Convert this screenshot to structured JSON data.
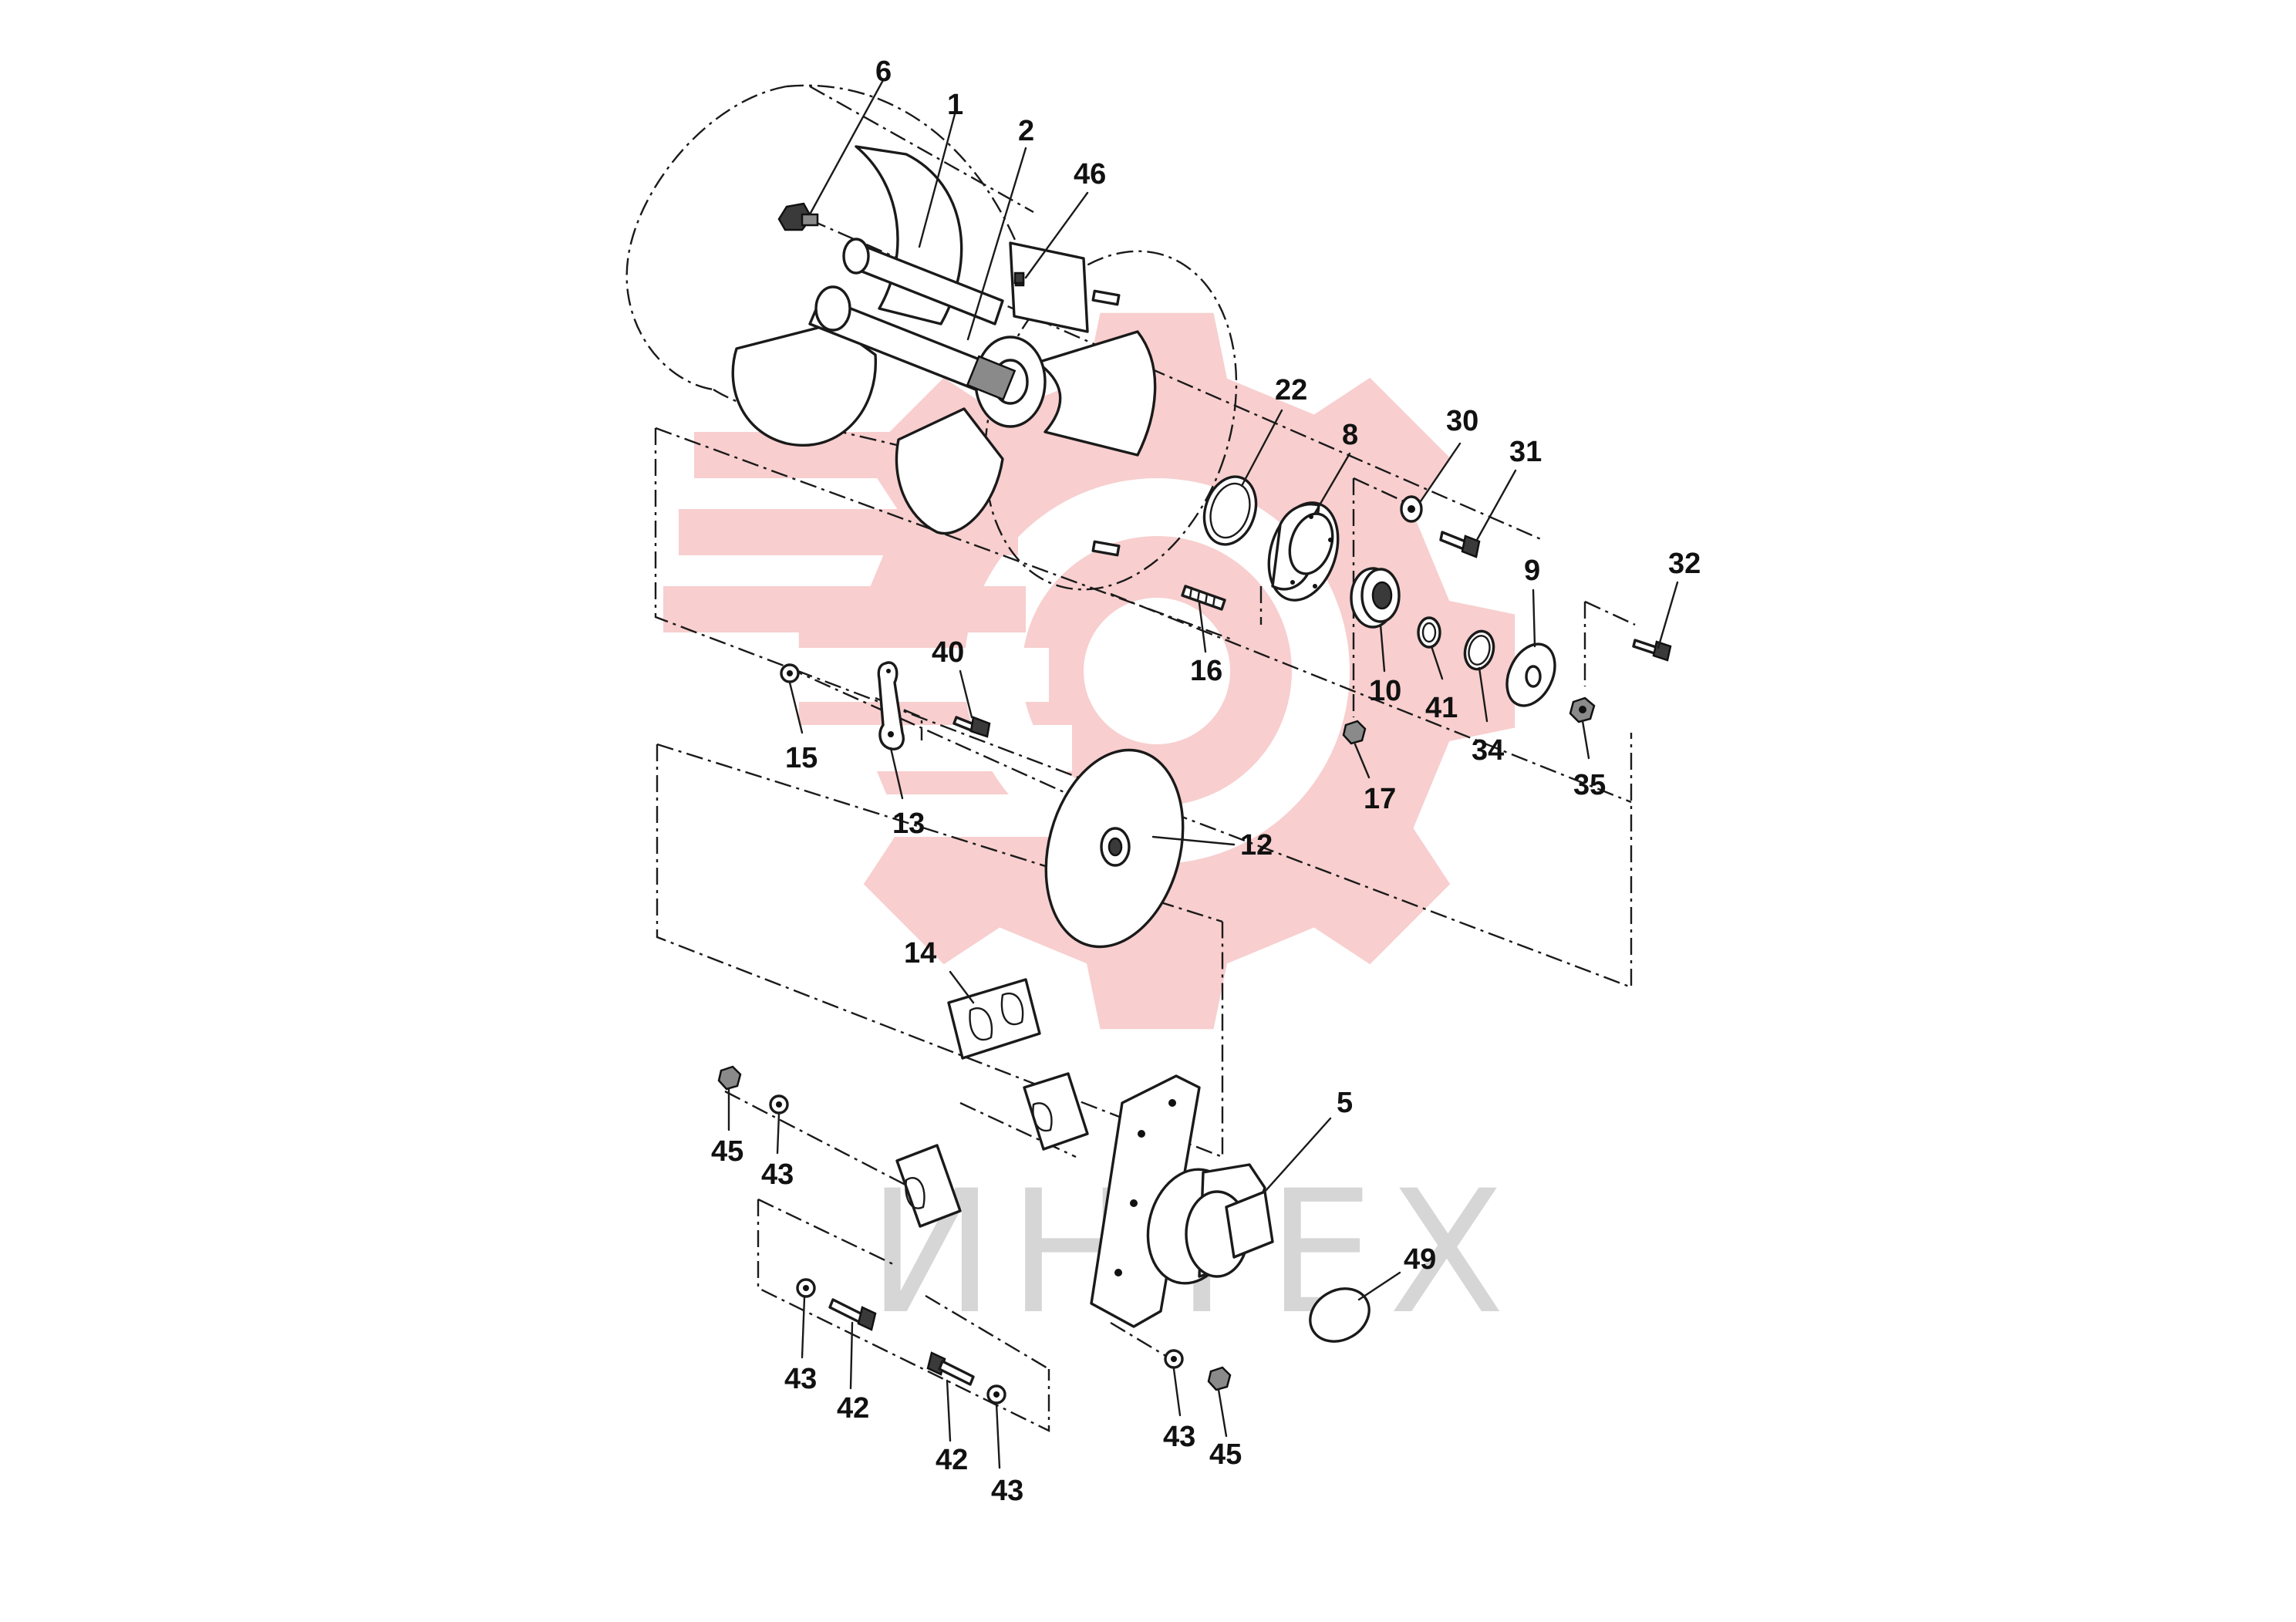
{
  "watermark": {
    "text": "ИНТЕХ",
    "gear_color": "#f7c6c6",
    "text_color": "#d0d0d0"
  },
  "colors": {
    "line": "#1a1a1a",
    "label": "#111111"
  },
  "callouts": [
    {
      "id": "c6",
      "label": "6"
    },
    {
      "id": "c1",
      "label": "1"
    },
    {
      "id": "c2",
      "label": "2"
    },
    {
      "id": "c46",
      "label": "46"
    },
    {
      "id": "c22",
      "label": "22"
    },
    {
      "id": "c8",
      "label": "8"
    },
    {
      "id": "c30",
      "label": "30"
    },
    {
      "id": "c31",
      "label": "31"
    },
    {
      "id": "c32",
      "label": "32"
    },
    {
      "id": "c9",
      "label": "9"
    },
    {
      "id": "c40",
      "label": "40"
    },
    {
      "id": "c16",
      "label": "16"
    },
    {
      "id": "c10",
      "label": "10"
    },
    {
      "id": "c41",
      "label": "41"
    },
    {
      "id": "c34",
      "label": "34"
    },
    {
      "id": "c35",
      "label": "35"
    },
    {
      "id": "c15",
      "label": "15"
    },
    {
      "id": "c13",
      "label": "13"
    },
    {
      "id": "c17",
      "label": "17"
    },
    {
      "id": "c12",
      "label": "12"
    },
    {
      "id": "c14",
      "label": "14"
    },
    {
      "id": "c5",
      "label": "5"
    },
    {
      "id": "c45a",
      "label": "45"
    },
    {
      "id": "c43a",
      "label": "43"
    },
    {
      "id": "c49",
      "label": "49"
    },
    {
      "id": "c43b",
      "label": "43"
    },
    {
      "id": "c42a",
      "label": "42"
    },
    {
      "id": "c42b",
      "label": "42"
    },
    {
      "id": "c43c",
      "label": "43"
    },
    {
      "id": "c43d",
      "label": "43"
    },
    {
      "id": "c45b",
      "label": "45"
    }
  ]
}
